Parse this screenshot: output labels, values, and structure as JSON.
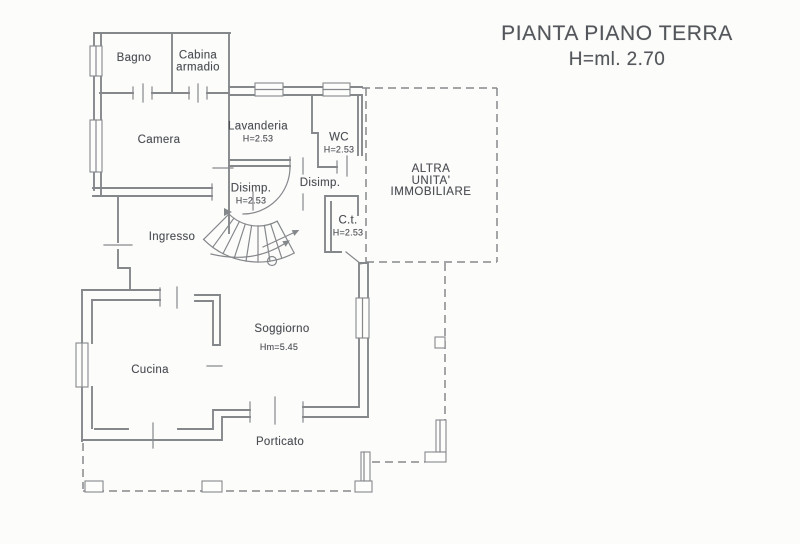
{
  "title": {
    "line1": "PIANTA PIANO TERRA",
    "line2": "H=ml. 2.70"
  },
  "rooms": {
    "bagno": {
      "name": "Bagno"
    },
    "cabina_armadio": {
      "name_line1": "Cabina",
      "name_line2": "armadio"
    },
    "camera": {
      "name": "Camera"
    },
    "lavanderia": {
      "name": "Lavanderia",
      "height": "H=2.53"
    },
    "wc": {
      "name": "WC",
      "height": "H=2.53"
    },
    "disimpegno_1": {
      "name": "Disimp.",
      "height": "H=2.53"
    },
    "disimpegno_2": {
      "name": "Disimp."
    },
    "ct": {
      "name": "C.t.",
      "height": "H=2.53"
    },
    "ingresso": {
      "name": "Ingresso"
    },
    "soggiorno": {
      "name": "Soggiorno",
      "height": "Hm=5.45"
    },
    "cucina": {
      "name": "Cucina"
    },
    "porticato": {
      "name": "Porticato"
    }
  },
  "annotations": {
    "altra_unita": {
      "line1": "ALTRA",
      "line2": "UNITA'",
      "line3": "IMMOBILIARE"
    }
  },
  "colors": {
    "line": "#85888b",
    "text": "#4b4e53",
    "title_text": "#53565a",
    "background": "#fcfcfb"
  }
}
